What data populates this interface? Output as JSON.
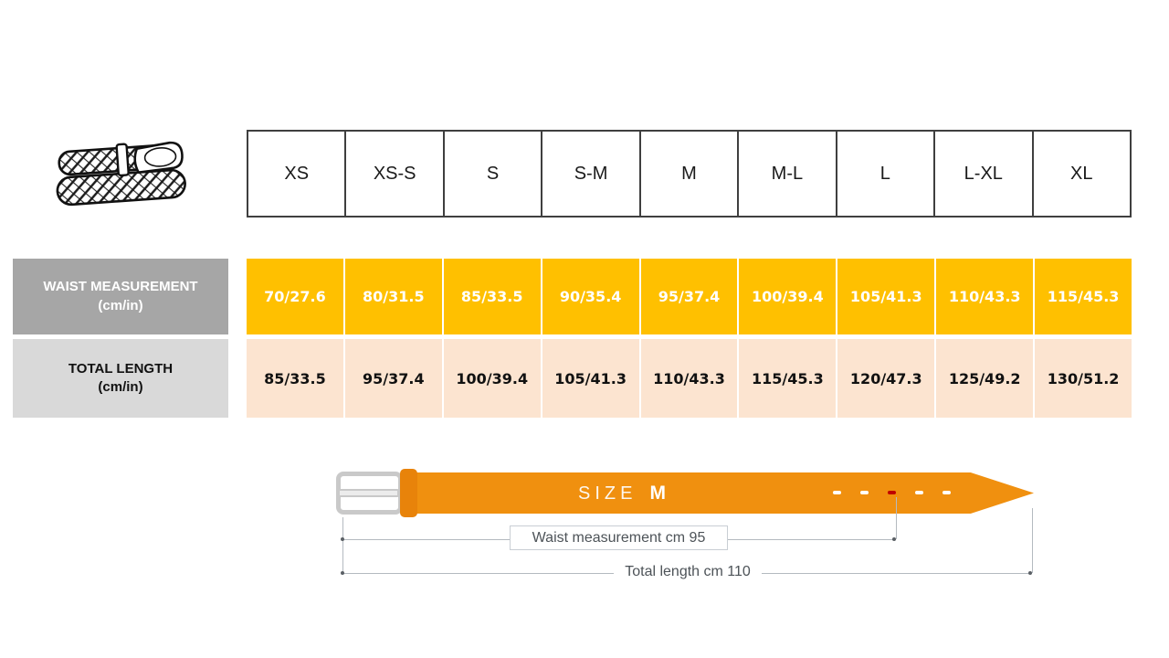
{
  "size_chart": {
    "sizes": [
      "XS",
      "XS-S",
      "S",
      "S-M",
      "M",
      "M-L",
      "L",
      "L-XL",
      "XL"
    ],
    "rows": [
      {
        "id": "waist",
        "label": "WAIST MEASUREMENT",
        "unit": "(cm/in)",
        "values": [
          "70/27.6",
          "80/31.5",
          "85/33.5",
          "90/35.4",
          "95/37.4",
          "100/39.4",
          "105/41.3",
          "110/43.3",
          "115/45.3"
        ]
      },
      {
        "id": "total",
        "label": "TOTAL LENGTH",
        "unit": "(cm/in)",
        "values": [
          "85/33.5",
          "95/37.4",
          "100/39.4",
          "105/41.3",
          "110/43.3",
          "115/45.3",
          "120/47.3",
          "125/49.2",
          "130/51.2"
        ]
      }
    ]
  },
  "diagram": {
    "size_word": "SIZE",
    "size_value": "M",
    "waist_caption": "Waist measurement cm 95",
    "length_caption": "Total length cm 110",
    "hole_colors": [
      "#ffffff",
      "#ffffff",
      "#c00000",
      "#ffffff",
      "#ffffff"
    ]
  },
  "icons": {
    "belt_illustration": "braided-belt-icon"
  },
  "colors": {
    "waist_label_bg": "#a6a6a6",
    "total_label_bg": "#d9d9d9",
    "waist_cell_bg": "#ffc000",
    "total_cell_bg": "#fce4d0",
    "belt_strap": "#f0900f",
    "belt_keeper": "#e8830a",
    "hole_red": "#c00000"
  }
}
